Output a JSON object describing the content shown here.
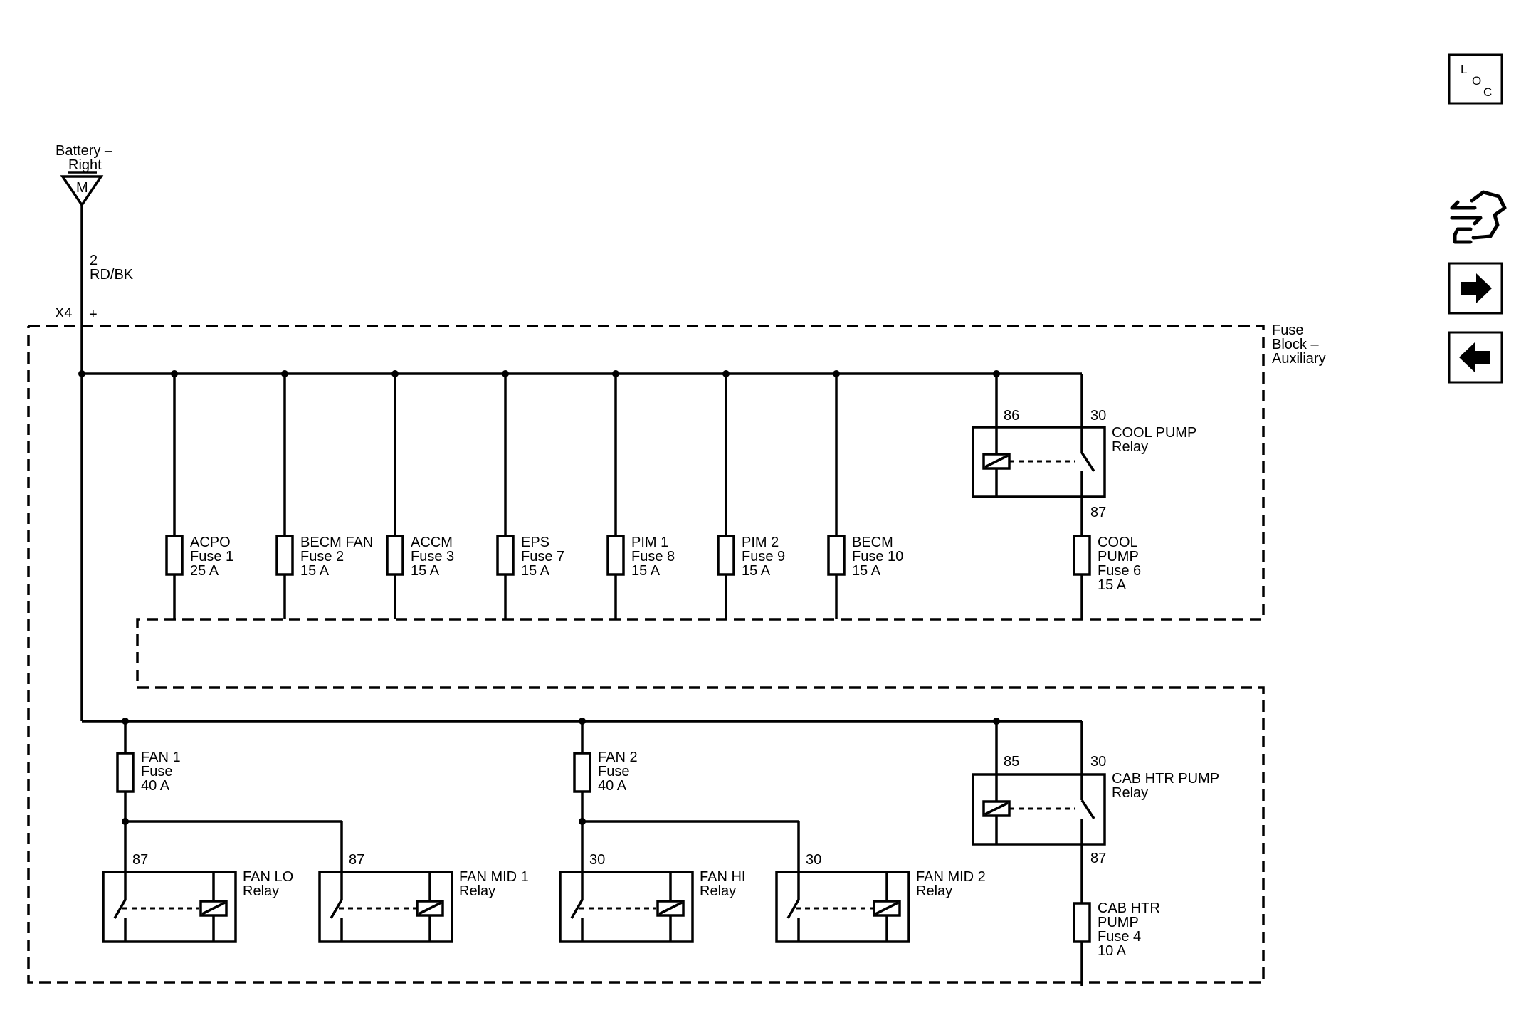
{
  "battery": {
    "line1": "Battery –",
    "line2": "Right",
    "letter": "M"
  },
  "feed_wire": {
    "circuit": "2",
    "color": "RD/BK"
  },
  "connector": {
    "name": "X4",
    "polarity": "+"
  },
  "fuse_block": {
    "line1": "Fuse",
    "line2": "Block –",
    "line3": "Auxiliary"
  },
  "top_fuses": [
    {
      "line1": "ACPO",
      "line2": "Fuse 1",
      "line3": "25 A"
    },
    {
      "line1": "BECM FAN",
      "line2": "Fuse 2",
      "line3": "15 A"
    },
    {
      "line1": "ACCM",
      "line2": "Fuse 3",
      "line3": "15 A"
    },
    {
      "line1": "EPS",
      "line2": "Fuse 7",
      "line3": "15 A"
    },
    {
      "line1": "PIM 1",
      "line2": "Fuse 8",
      "line3": "15 A"
    },
    {
      "line1": "PIM 2",
      "line2": "Fuse 9",
      "line3": "15 A"
    },
    {
      "line1": "BECM",
      "line2": "Fuse 10",
      "line3": "15 A"
    }
  ],
  "cool_pump_relay": {
    "line1": "COOL PUMP",
    "line2": "Relay",
    "pin_coil": "86",
    "pin_in": "30",
    "pin_out": "87"
  },
  "cool_pump_fuse": {
    "line1": "COOL",
    "line2": "PUMP",
    "line3": "Fuse 6",
    "line4": "15 A"
  },
  "cab_htr_relay": {
    "line1": "CAB HTR PUMP",
    "line2": "Relay",
    "pin_coil": "85",
    "pin_in": "30",
    "pin_out": "87"
  },
  "cab_htr_fuse": {
    "line1": "CAB HTR",
    "line2": "PUMP",
    "line3": "Fuse 4",
    "line4": "10 A"
  },
  "fan1_fuse": {
    "line1": "FAN 1",
    "line2": "Fuse",
    "line3": "40 A"
  },
  "fan2_fuse": {
    "line1": "FAN 2",
    "line2": "Fuse",
    "line3": "40 A"
  },
  "fan_relays": [
    {
      "line1": "FAN LO",
      "line2": "Relay",
      "pin": "87"
    },
    {
      "line1": "FAN MID 1",
      "line2": "Relay",
      "pin": "87"
    },
    {
      "line1": "FAN HI",
      "line2": "Relay",
      "pin": "30"
    },
    {
      "line1": "FAN MID 2",
      "line2": "Relay",
      "pin": "30"
    }
  ],
  "nav": {
    "loc": {
      "l": "L",
      "o": "O",
      "c": "C"
    },
    "icons": [
      "harness-connector-icon",
      "arrow-right-icon",
      "arrow-left-icon"
    ]
  }
}
